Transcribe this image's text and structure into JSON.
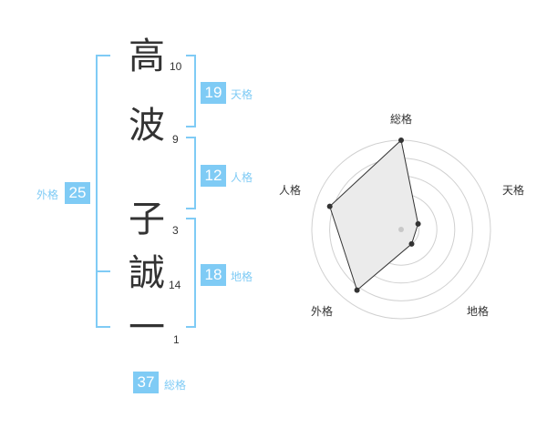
{
  "characters": [
    {
      "char": "高",
      "strokes": "10"
    },
    {
      "char": "波",
      "strokes": "9"
    },
    {
      "char": "子",
      "strokes": "3"
    },
    {
      "char": "誠",
      "strokes": "14"
    },
    {
      "char": "一",
      "strokes": "1"
    }
  ],
  "fortunes": {
    "tenkaku": {
      "value": "19",
      "label": "天格"
    },
    "jinkaku": {
      "value": "12",
      "label": "人格"
    },
    "chikaku": {
      "value": "18",
      "label": "地格"
    },
    "gaikaku": {
      "value": "25",
      "label": "外格"
    },
    "soukaku": {
      "value": "37",
      "label": "総格"
    }
  },
  "radar": {
    "axis_labels": [
      "総格",
      "天格",
      "地格",
      "外格",
      "人格"
    ],
    "levels": [
      1.0,
      0.2,
      0.2,
      0.84,
      0.84
    ],
    "colors": {
      "grid": "#d0d0d0",
      "fill": "#ebebeb",
      "outline": "#333333",
      "point": "#333333",
      "center": "#c8c8c8"
    }
  }
}
